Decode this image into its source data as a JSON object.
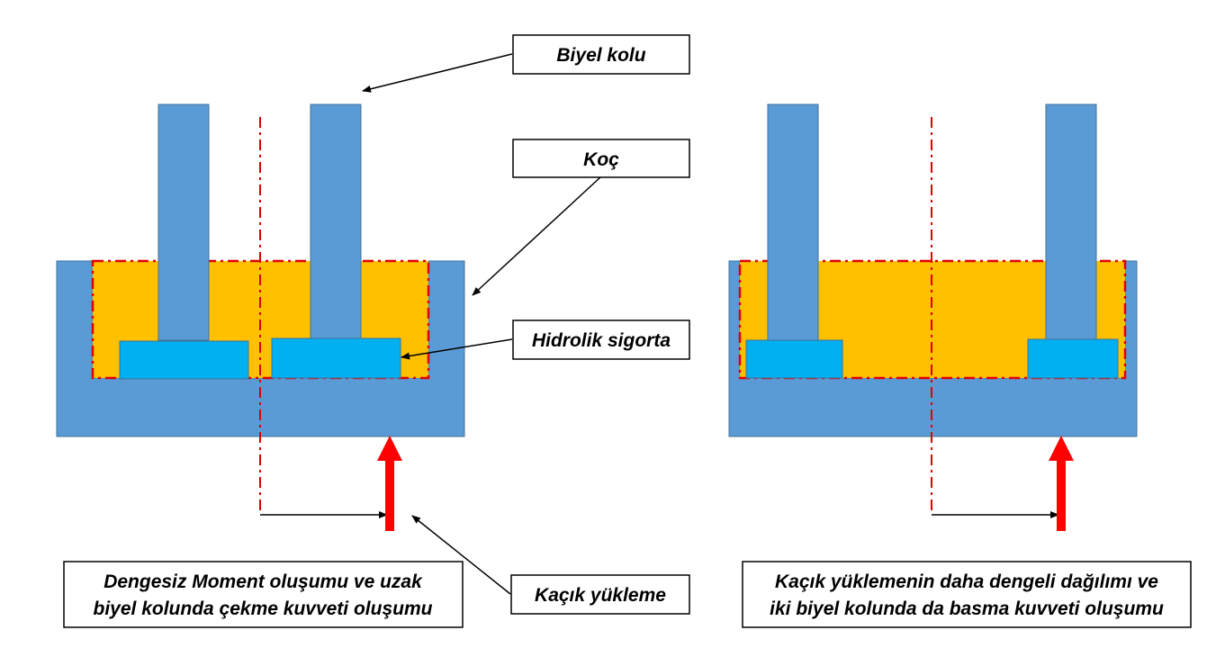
{
  "labels": {
    "biyel_kolu": "Biyel kolu",
    "koc": "Koç",
    "hidrolik_sigorta": "Hidrolik sigorta",
    "kacik_yukleme": "Kaçık yükleme",
    "left_caption_line1": "Dengesiz Moment oluşumu ve uzak",
    "left_caption_line2": "biyel kolunda çekme kuvveti oluşumu",
    "right_caption_line1": "Kaçık yüklemenin daha dengeli dağılımı ve",
    "right_caption_line2": "iki biyel kolunda da basma kuvveti oluşumu"
  },
  "colors": {
    "ram_blue": "#5b9bd5",
    "fuse_cyan": "#00b0f0",
    "oil_orange": "#ffc000",
    "force_red": "#ff0000",
    "dash_red": "#e00000",
    "outline": "#000000"
  }
}
